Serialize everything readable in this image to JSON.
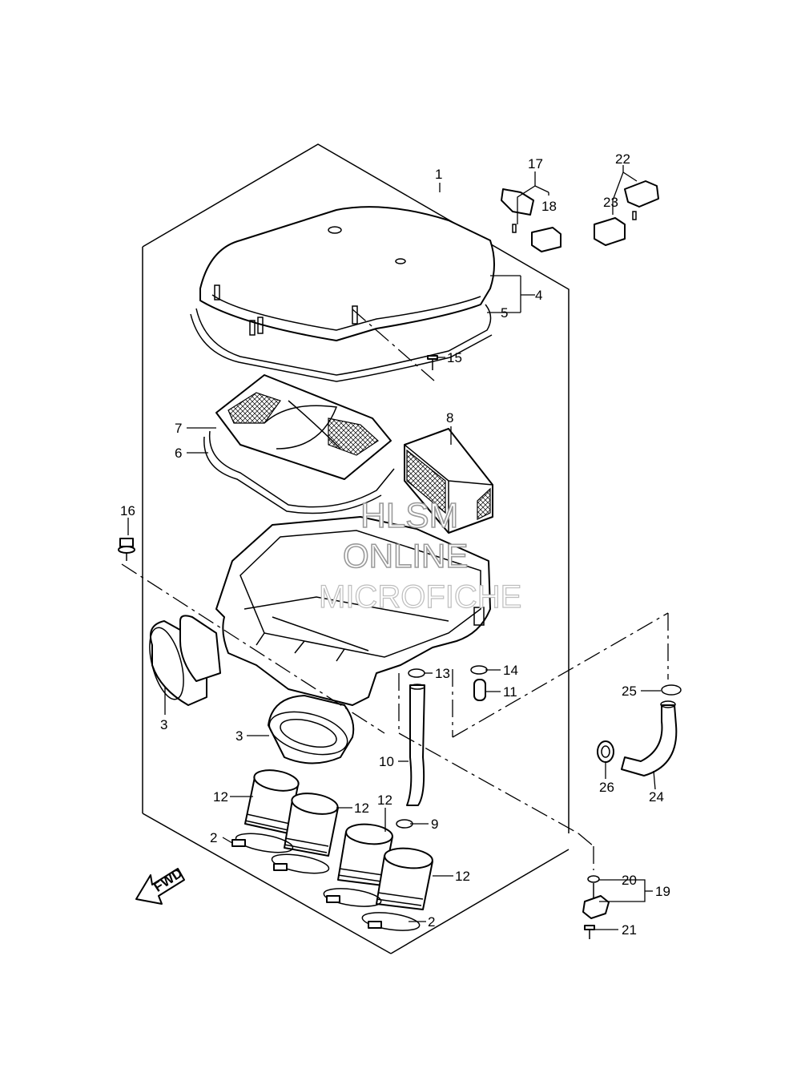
{
  "callouts": {
    "c1": "1",
    "c2a": "2",
    "c2b": "2",
    "c3a": "3",
    "c3b": "3",
    "c4": "4",
    "c5": "5",
    "c6": "6",
    "c7": "7",
    "c8": "8",
    "c9": "9",
    "c10": "10",
    "c11": "11",
    "c12a": "12",
    "c12b": "12",
    "c12c": "12",
    "c12d": "12",
    "c13": "13",
    "c14": "14",
    "c15": "15",
    "c16": "16",
    "c17": "17",
    "c18": "18",
    "c19": "19",
    "c20": "20",
    "c21": "21",
    "c22": "22",
    "c23": "23",
    "c24": "24",
    "c25": "25",
    "c26": "26"
  },
  "fwd_label": "FWD",
  "watermark": {
    "line1": "HLSM",
    "line2": "ONLINE",
    "line3": "MICROFICHE"
  }
}
